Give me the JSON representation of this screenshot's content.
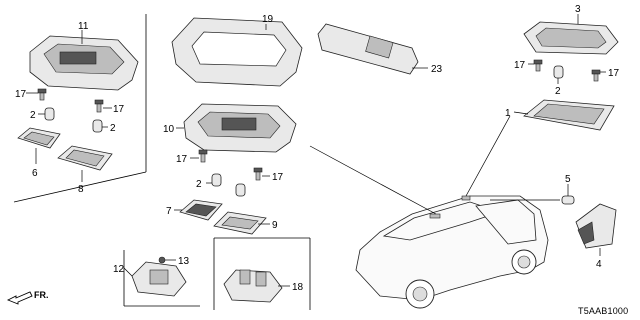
{
  "callouts": {
    "c1": "1",
    "c2a": "2",
    "c2b": "2",
    "c2c": "2",
    "c2d": "2",
    "c3": "3",
    "c4": "4",
    "c5": "5",
    "c6": "6",
    "c7": "7",
    "c8": "8",
    "c9": "9",
    "c10": "10",
    "c11": "11",
    "c12": "12",
    "c13": "13",
    "c17a": "17",
    "c17b": "17",
    "c17c": "17",
    "c17d": "17",
    "c17e": "17",
    "c17f": "17",
    "c18": "18",
    "c19": "19",
    "c23": "23"
  },
  "diagram_code": "T5AAB1000",
  "front_label": "FR."
}
